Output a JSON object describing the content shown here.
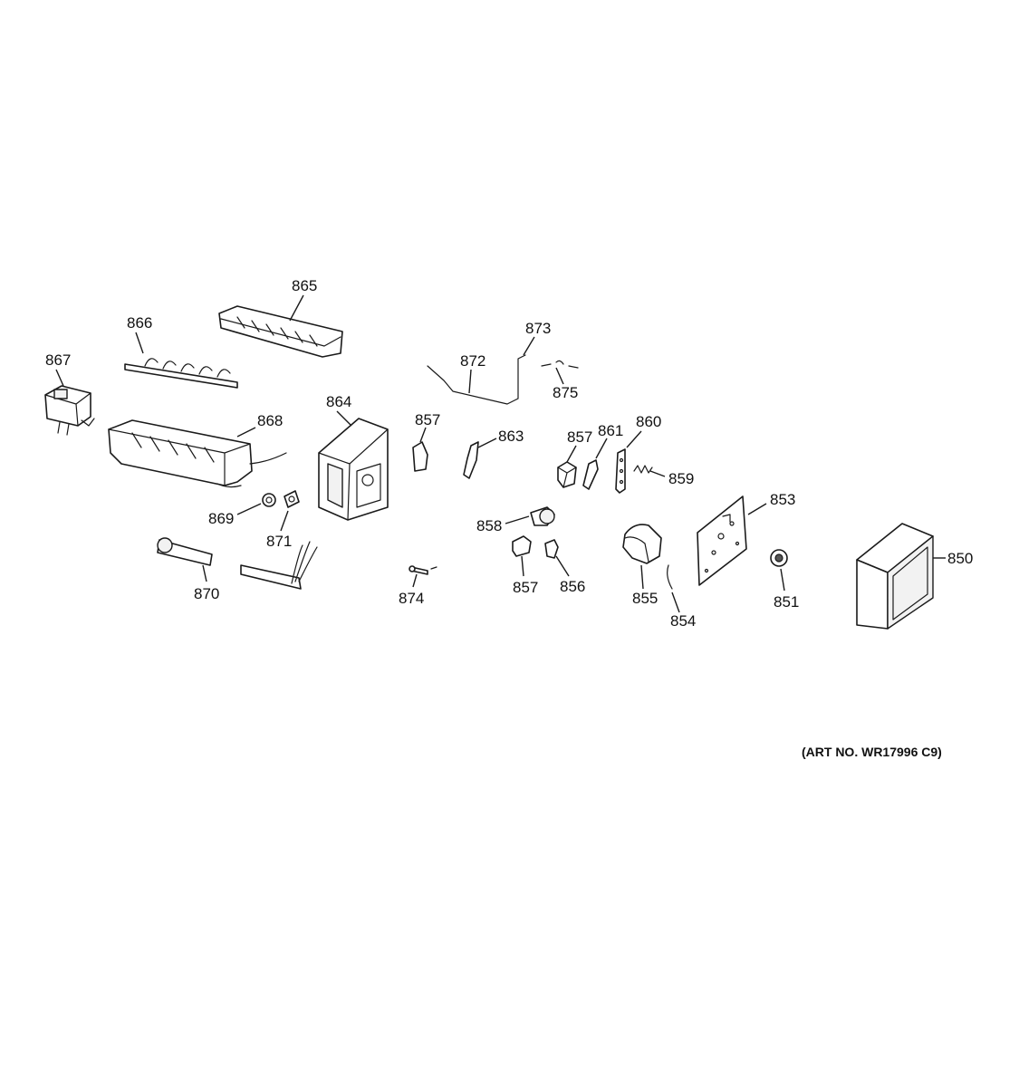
{
  "diagram": {
    "art_number": "(ART NO. WR17996 C9)",
    "callouts": {
      "c865": "865",
      "c866": "866",
      "c867": "867",
      "c868": "868",
      "c864": "864",
      "c869": "869",
      "c871": "871",
      "c870": "870",
      "c873": "873",
      "c872": "872",
      "c875": "875",
      "c857a": "857",
      "c863": "863",
      "c874": "874",
      "c857b": "857",
      "c861": "861",
      "c860": "860",
      "c859": "859",
      "c858": "858",
      "c857c": "857",
      "c856": "856",
      "c855": "855",
      "c854": "854",
      "c853": "853",
      "c851": "851",
      "c850": "850"
    }
  }
}
